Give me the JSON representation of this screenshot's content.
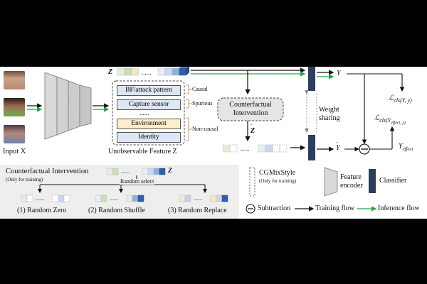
{
  "labels": {
    "input_x": "Input X",
    "z": "Z",
    "z_bar": "Z̄",
    "y": "Y",
    "y_bar": "Ȳ",
    "y_effect": "Y",
    "y_effect_sub": "effect",
    "loss_cls": "ℒ",
    "loss_cls_arg": "cls(Y, y)",
    "loss_effect_arg": "cls(Y",
    "loss_effect_arg2": "effect, y)",
    "unobservable": "Unobservable Feature Z",
    "causal": "Causal",
    "spurious": "Spurious",
    "non_causal": "Non-causal",
    "dots": "......",
    "weight_sharing_1": "Weight",
    "weight_sharing_2": "sharing",
    "cf_intervention_1": "Counterfactual",
    "cf_intervention_2": "Intervention"
  },
  "feature_boxes": [
    "BF/attack pattern",
    "Capture sensor",
    "Environment",
    "Identity"
  ],
  "bottom": {
    "title": "Counterfactual Intervention",
    "subtitle": "(Only for training)",
    "random_select": "Random select",
    "z": "Z",
    "options": [
      "(1) Random Zero",
      "(2) Random Shuffle",
      "(3) Random Replace"
    ],
    "cgmix": "CGMixStyle",
    "cgmix_sub": "(Only for training)",
    "feature_encoder_1": "Feature",
    "feature_encoder_2": "encoder",
    "classifier": "Classifier",
    "subtraction": "Subtraction",
    "training_flow": "Training flow",
    "inference_flow": "Inference flow"
  },
  "colors": {
    "green_arrow": "#22a34a",
    "classifier": "#2c3e5e",
    "encoder": "#d9d9d9",
    "causal_box": "#dde6f4",
    "env_box": "#fbeec8"
  }
}
